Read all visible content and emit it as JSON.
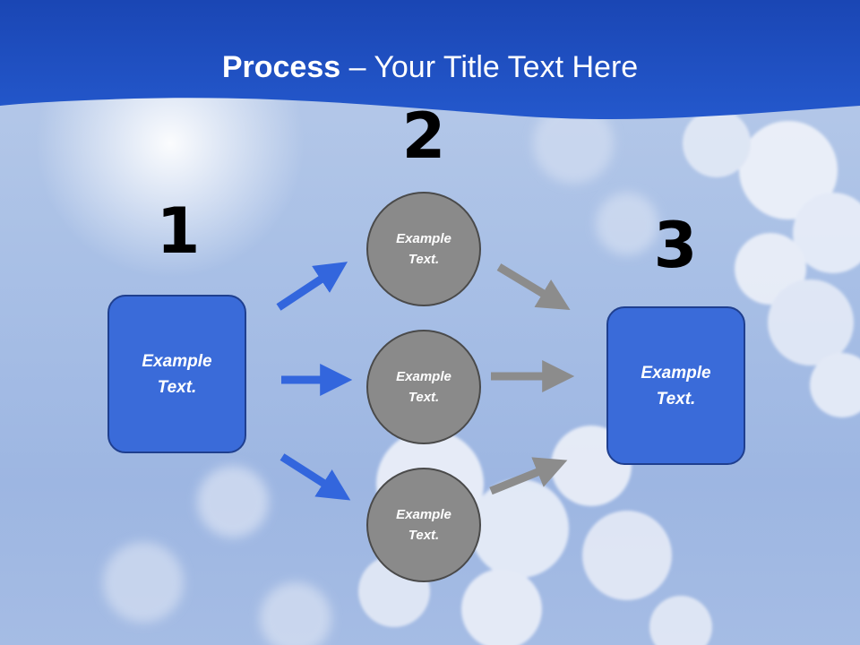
{
  "title": {
    "bold": "Process",
    "rest": " – Your Title Text Here"
  },
  "steps": {
    "one": "1",
    "two": "2",
    "three": "3"
  },
  "boxes": {
    "left": "Example\nText.",
    "right": "Example\nText."
  },
  "circles": {
    "top": "Example\nText.",
    "middle": "Example\nText.",
    "bottom": "Example\nText."
  },
  "colors": {
    "header": "#1f4fbf",
    "box": "#3a6bd9",
    "circle": "#8a8a8a",
    "arrow_blue": "#3366dd",
    "arrow_gray": "#8c8c8c"
  }
}
